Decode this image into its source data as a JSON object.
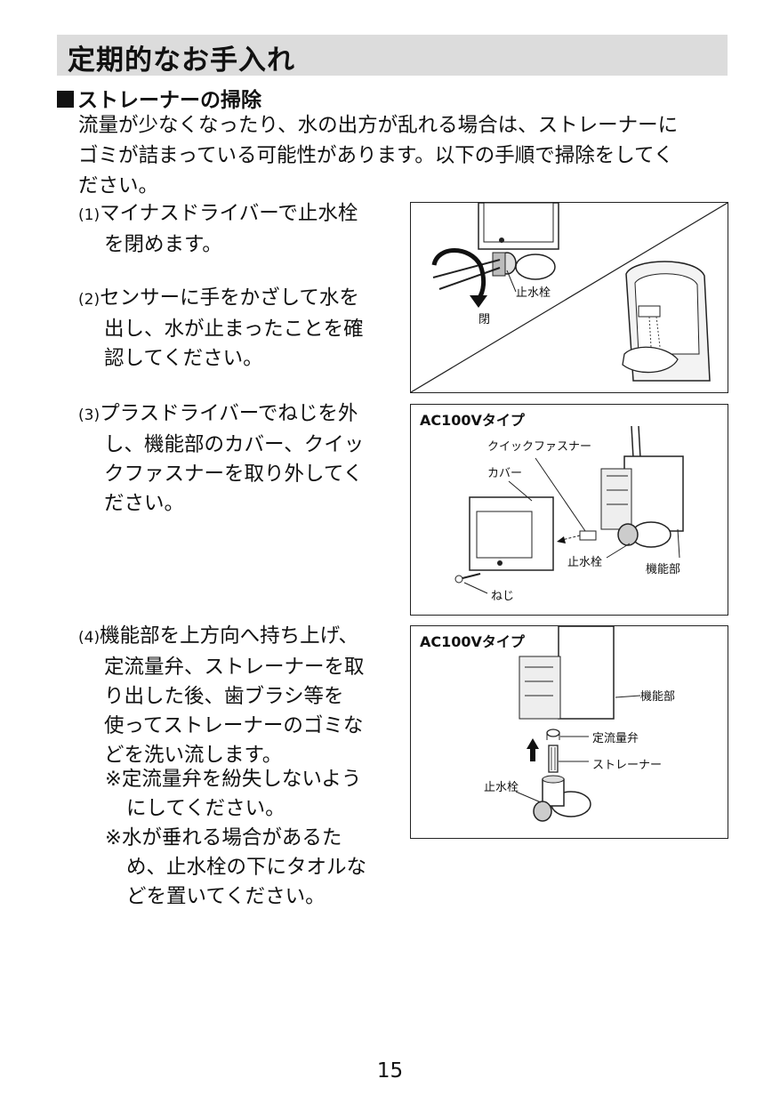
{
  "page_title": "定期的なお手入れ",
  "section_title": "ストレーナーの掃除",
  "intro": [
    "流量が少なくなったり、水の出方が乱れる場合は、ストレーナーに",
    "ゴミが詰まっている可能性があります。以下の手順で掃除をしてく",
    "ださい。"
  ],
  "steps": [
    {
      "num": "(1)",
      "lines": [
        "マイナスドライバーで止水栓",
        "を閉めます。"
      ]
    },
    {
      "num": "(2)",
      "lines": [
        "センサーに手をかざして水を",
        "出し、水が止まったことを確",
        "認してください。"
      ]
    },
    {
      "num": "(3)",
      "lines": [
        "プラスドライバーでねじを外",
        "し、機能部のカバー、クイッ",
        "クファスナーを取り外してく",
        "ださい。"
      ]
    },
    {
      "num": "(4)",
      "lines": [
        "機能部を上方向へ持ち上げ、",
        "定流量弁、ストレーナーを取",
        "り出した後、歯ブラシ等を",
        "使ってストレーナーのゴミな",
        "どを洗い流します。"
      ]
    }
  ],
  "notes": [
    {
      "lines": [
        "※定流量弁を紛失しないよう",
        "にしてください。"
      ]
    },
    {
      "lines": [
        "※水が垂れる場合があるた",
        "め、止水栓の下にタオルな",
        "どを置いてください。"
      ]
    }
  ],
  "figure1": {
    "valve_label": "止水栓",
    "close_label": "閉"
  },
  "figure2": {
    "title": "AC100Vタイプ",
    "quick_fastener": "クイックファスナー",
    "cover": "カバー",
    "valve": "止水栓",
    "unit": "機能部",
    "screw": "ねじ"
  },
  "figure3": {
    "title": "AC100Vタイプ",
    "unit": "機能部",
    "flow_valve": "定流量弁",
    "strainer": "ストレーナー",
    "valve": "止水栓"
  },
  "page_number": "15"
}
